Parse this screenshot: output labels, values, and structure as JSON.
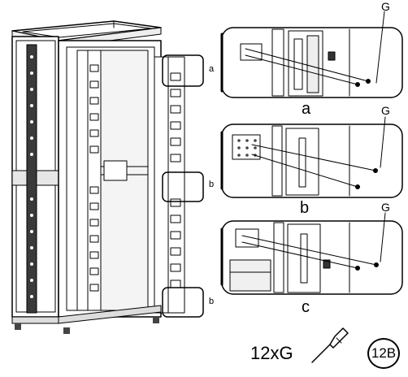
{
  "callouts": {
    "main_a": "a",
    "main_b1": "b",
    "main_b2": "b"
  },
  "details": [
    {
      "caption": "a",
      "part": "G"
    },
    {
      "caption": "b",
      "part": "G"
    },
    {
      "caption": "c",
      "part": "G"
    }
  ],
  "footer": {
    "quantity": "12xG",
    "tool": "screwdriver-icon",
    "step_badge": "12B"
  }
}
